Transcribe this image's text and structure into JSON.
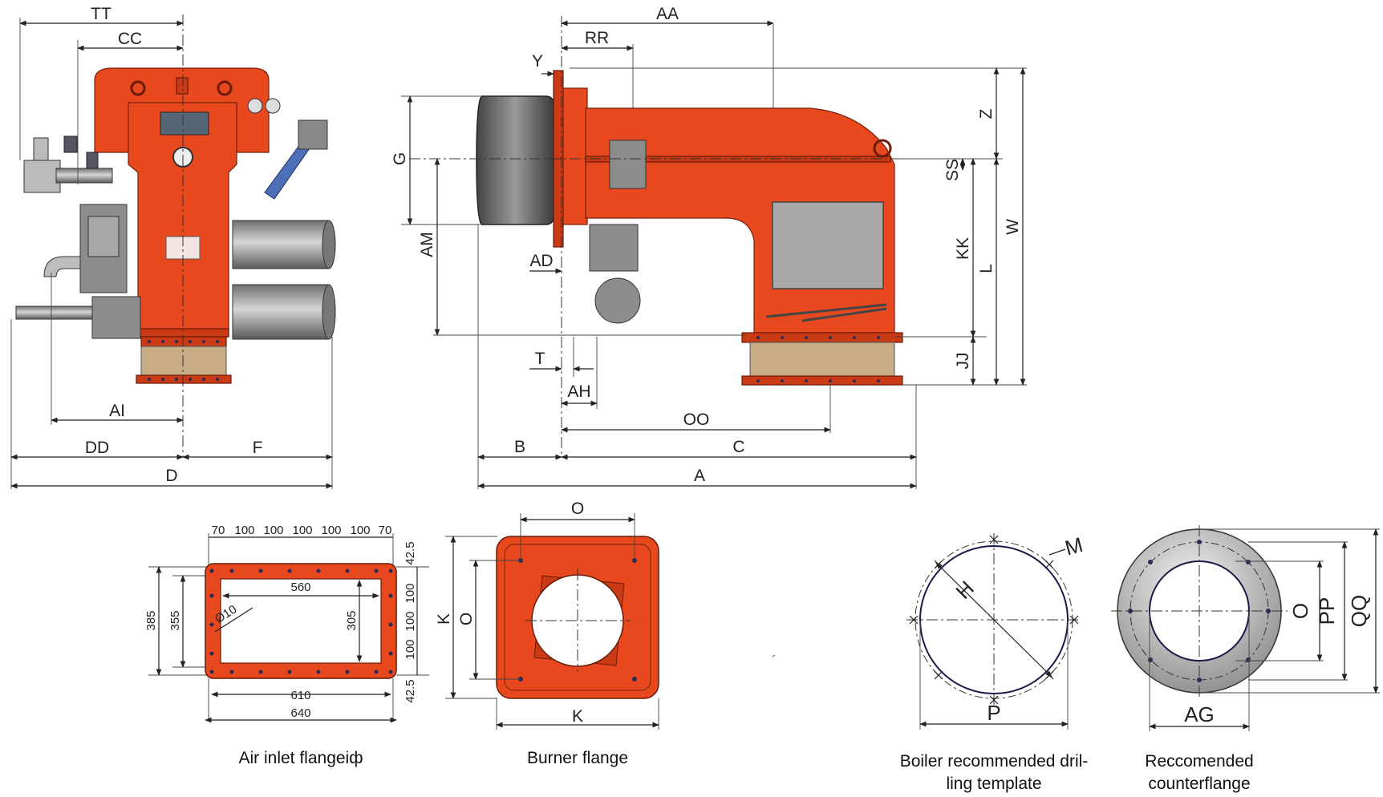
{
  "colors": {
    "body": "#e8481e",
    "shadow": "#c93a15",
    "steel": "#8d8d8d",
    "insulation": "#c7ac86"
  },
  "front_view": {
    "dims": {
      "tt": "TT",
      "cc": "CC",
      "ai": "AI",
      "dd": "DD",
      "f": "F",
      "d": "D"
    }
  },
  "side_view": {
    "dims": {
      "aa": "AA",
      "rr": "RR",
      "y": "Y",
      "g": "G",
      "am": "AM",
      "ad": "AD",
      "t": "T",
      "ah": "AH",
      "oo": "OO",
      "b": "B",
      "c": "C",
      "a": "A",
      "z": "Z",
      "ss": "SS",
      "kk": "KK",
      "l": "L",
      "w": "W",
      "jj": "JJ"
    }
  },
  "air_inlet_flange": {
    "top_spacing": [
      "70",
      "100",
      "100",
      "100",
      "100",
      "100",
      "70"
    ],
    "right_spacing": [
      "42.5",
      "100",
      "100",
      "100",
      "42.5"
    ],
    "dim_560": "560",
    "dim_610": "610",
    "dim_640": "640",
    "dim_385": "385",
    "dim_355": "355",
    "dim_305": "305",
    "hole": "Ø10",
    "caption": "Air inlet flangeiф"
  },
  "burner_flange": {
    "o_top": "O",
    "o_side": "O",
    "k_side": "K",
    "k_bottom": "K",
    "caption": "Burner flange"
  },
  "boiler_template": {
    "m": "M",
    "h": "H",
    "p": "P",
    "caption_line1": "Boiler recommended dril-",
    "caption_line2": "ling template"
  },
  "counterflange": {
    "o": "O",
    "pp": "PP",
    "qq": "QQ",
    "ag": "AG",
    "caption_line1": "Reccomended",
    "caption_line2": "counterflange"
  }
}
